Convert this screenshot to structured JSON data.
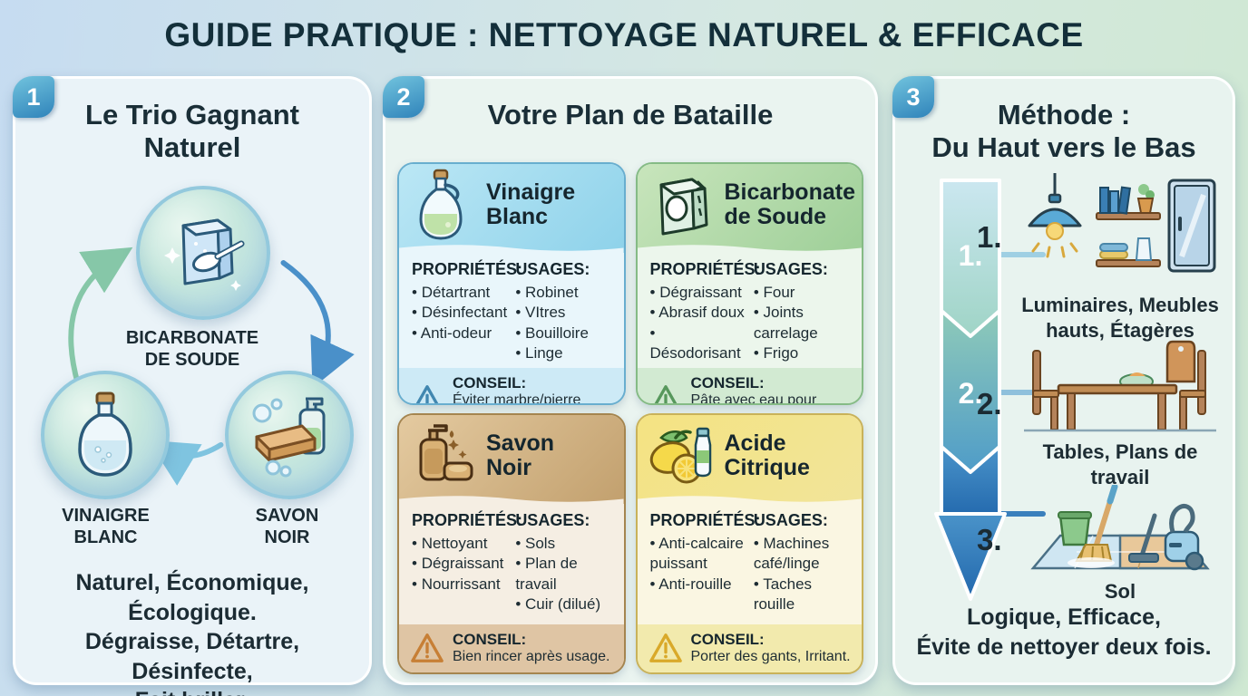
{
  "header": {
    "title": "GUIDE PRATIQUE : NETTOYAGE NATUREL & EFFICACE"
  },
  "trio": {
    "badge": "1",
    "title": "Le Trio Gagnant\nNaturel",
    "nodes": {
      "bicarbonate": "BICARBONATE\nDE SOUDE",
      "vinaigre": "VINAIGRE\nBLANC",
      "savon": "SAVON\nNOIR"
    },
    "footer": "Naturel, Économique, Écologique.\nDégraisse, Détartre, Désinfecte,\nFait briller."
  },
  "plan": {
    "badge": "2",
    "title": "Votre Plan de Bataille",
    "properties_label": "PROPRIÉTÉS:",
    "usages_label": "USAGES:",
    "conseil_label": "CONSEIL:",
    "cards": [
      {
        "title": "Vinaigre\nBlanc",
        "icon": "vinegar-cruet-icon",
        "properties": [
          "Détartrant",
          "Désinfectant",
          "Anti-odeur"
        ],
        "usages": [
          "Robinet",
          "VItres",
          "Bouilloire",
          "Linge"
        ],
        "conseil": "Éviter marbre/pierre naturelle."
      },
      {
        "title": "Bicarbonate\nde Soude",
        "icon": "baking-soda-box-icon",
        "properties": [
          "Dégraissant",
          "Abrasif doux",
          "Désodorisant"
        ],
        "usages": [
          "Four",
          "Joints carrelage",
          "Frigo"
        ],
        "conseil": "Pâte avec eau pour action ciblée."
      },
      {
        "title": "Savon\nNoir",
        "icon": "soap-pump-icon",
        "properties": [
          "Nettoyant",
          "Dégraissant",
          "Nourrissant"
        ],
        "usages": [
          "Sols",
          "Plan de travail",
          "Cuir (dilué)"
        ],
        "conseil": "Bien rincer après usage."
      },
      {
        "title": "Acide\nCitrique",
        "icon": "lemon-bottle-icon",
        "properties": [
          "Anti-calcaire puissant",
          "Anti-rouille"
        ],
        "usages": [
          "Machines café/linge",
          "Taches rouille"
        ],
        "conseil": "Porter des gants, Irritant."
      }
    ]
  },
  "methode": {
    "badge": "3",
    "title": "Méthode :\nDu Haut vers le Bas",
    "arrow_numbers": [
      "1.",
      "2."
    ],
    "steps": [
      {
        "number": "1.",
        "caption": "Luminaires, Meubles\nhauts, Étagères"
      },
      {
        "number": "2.",
        "caption": "Tables, Plans de travail"
      },
      {
        "number": "3.",
        "caption": "Sol"
      }
    ],
    "footer": "Logique, Efficace,\nÉvite de nettoyer deux fois."
  },
  "colors": {
    "page_gradient": [
      "#c6dcf1",
      "#cfe8d2"
    ],
    "title_text": "#132f3a",
    "badge_blue": "#2f83ba",
    "card_vinaigre": "#8ed2ea",
    "card_bicarbonate": "#9ecf98",
    "card_savon": "#c2a06e",
    "card_acide": "#f1e49a",
    "arrow_gradient": [
      "#c9e6ef",
      "#5aa3c8",
      "#2268ad"
    ]
  }
}
